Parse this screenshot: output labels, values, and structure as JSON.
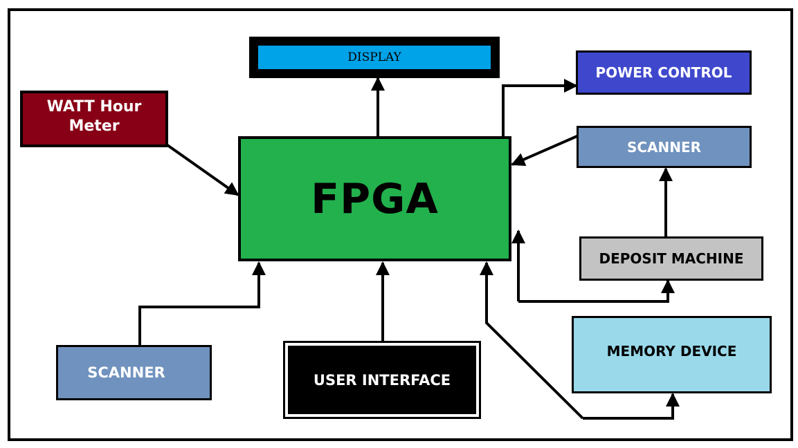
{
  "blocks": {
    "display": "DISPLAY",
    "power_control": "POWER CONTROL",
    "watt_meter_line1": "WATT Hour",
    "watt_meter_line2": "Meter",
    "fpga": "FPGA",
    "scanner_right": "SCANNER",
    "deposit_machine": "DEPOSIT MACHINE",
    "memory_device": "MEMORY DEVICE",
    "scanner_left": "SCANNER",
    "user_interface": "USER INTERFACE"
  },
  "colors": {
    "display": "#00a2e8",
    "power_control": "#3f48cc",
    "watt_meter": "#880015",
    "fpga": "#22b14c",
    "scanner": "#7092be",
    "deposit_machine": "#c3c3c3",
    "memory_device": "#99d9ea",
    "user_interface": "#000000"
  }
}
